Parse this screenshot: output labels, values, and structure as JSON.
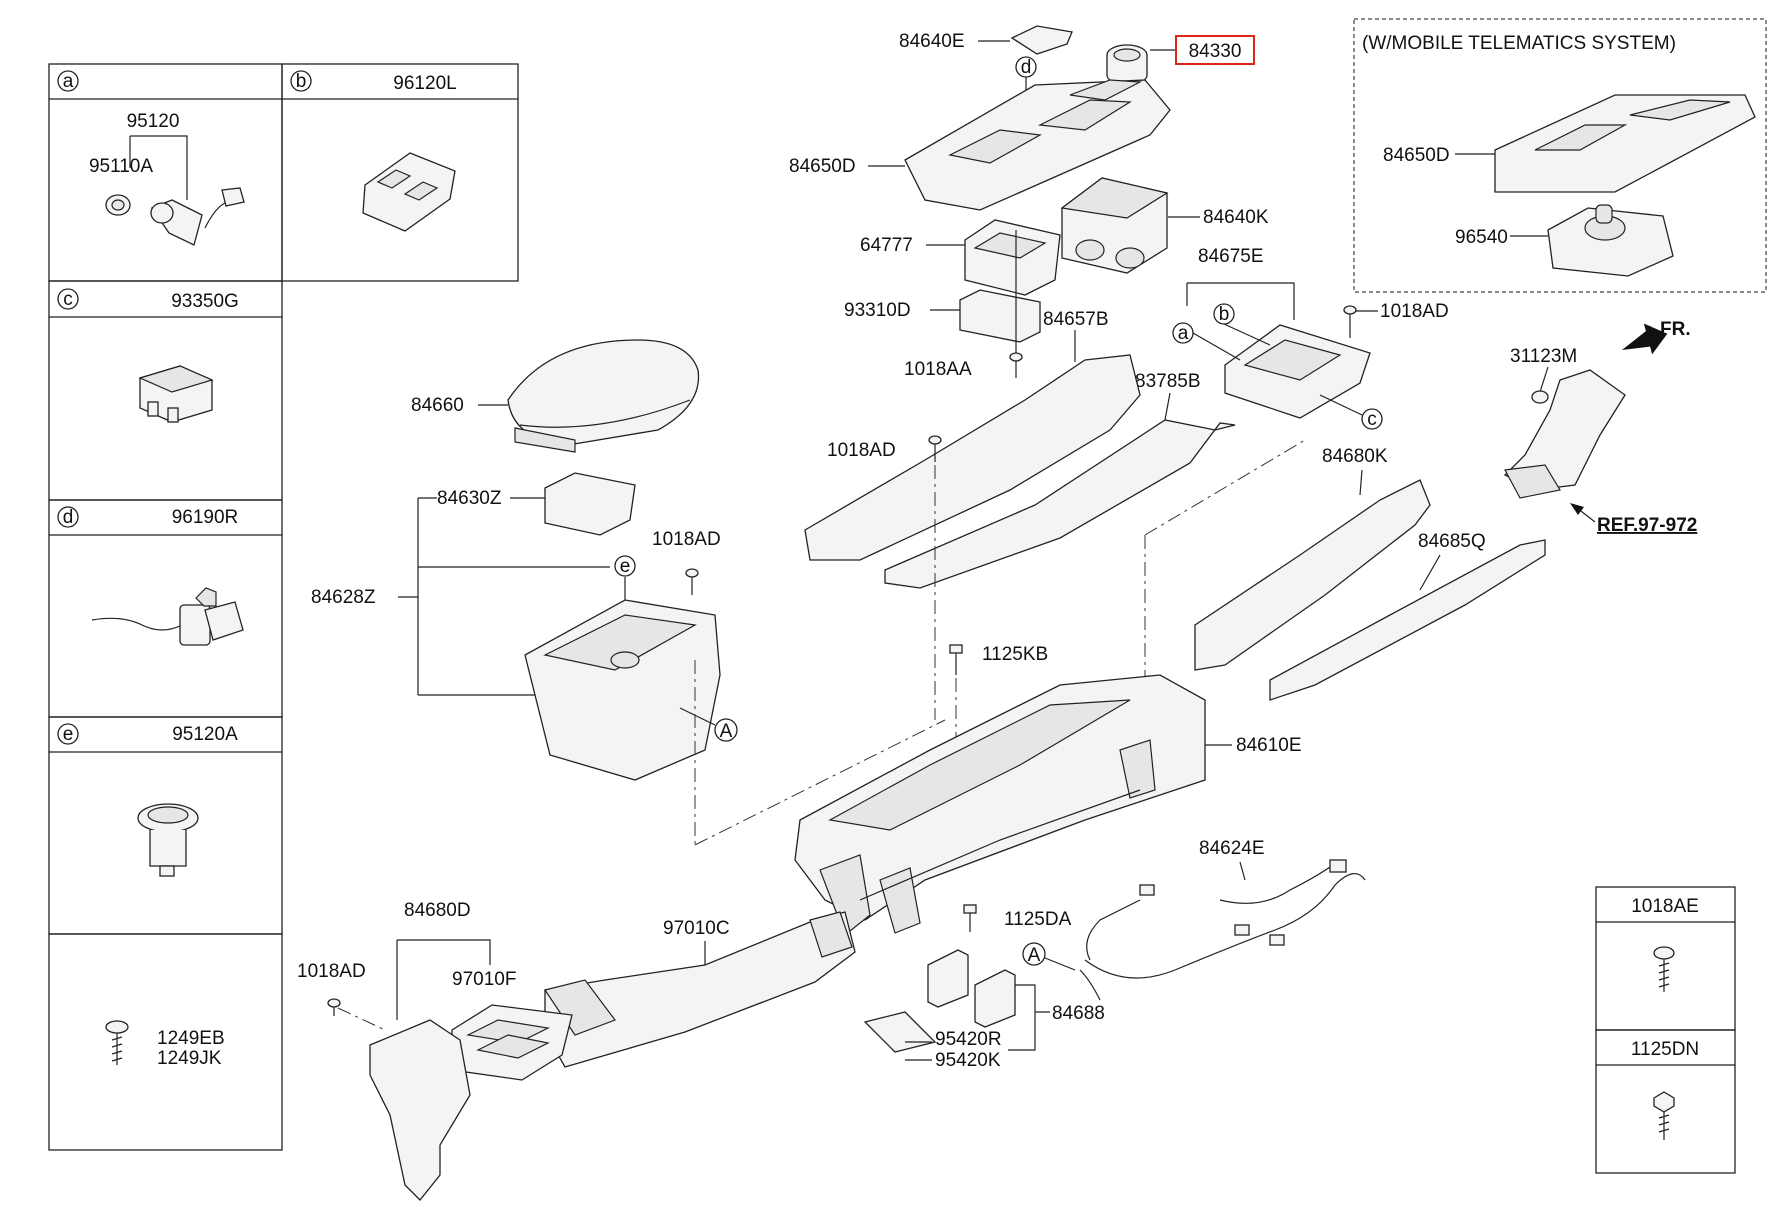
{
  "legend_panels": [
    {
      "letter": "a",
      "part": ""
    },
    {
      "letter": "b",
      "part": "96120L"
    },
    {
      "letter": "c",
      "part": "93350G"
    },
    {
      "letter": "d",
      "part": "96190R"
    },
    {
      "letter": "e",
      "part": "95120A"
    }
  ],
  "panel_a_parts": [
    "95120",
    "95110A"
  ],
  "screw_panel_parts": [
    "1249EB",
    "1249JK"
  ],
  "telematics_box": {
    "title": "(W/MOBILE TELEMATICS SYSTEM)",
    "parts": [
      "84650D",
      "96540"
    ]
  },
  "fastener_boxes": [
    "1018AE",
    "1125DN"
  ],
  "front_indicator": "FR.",
  "reference_label": "REF.97-972",
  "highlighted_part": "84330",
  "callouts": {
    "a": "a",
    "b": "b",
    "c": "c",
    "d": "d",
    "e": "e",
    "A1": "A",
    "A2": "A"
  },
  "parts": {
    "p84640E": "84640E",
    "p84650D": "84650D",
    "p84640K": "84640K",
    "p64777": "64777",
    "p84675E": "84675E",
    "p93310D": "93310D",
    "p1018AD_top": "1018AD",
    "p84657B": "84657B",
    "p1018AA": "1018AA",
    "p31123M": "31123M",
    "p84660": "84660",
    "p83785B": "83785B",
    "p1018AD_mid": "1018AD",
    "p84680K": "84680K",
    "p84630Z": "84630Z",
    "p1018AD_left": "1018AD",
    "p84628Z": "84628Z",
    "p84685Q": "84685Q",
    "p1125KB": "1125KB",
    "p84610E": "84610E",
    "p84624E": "84624E",
    "p84680D": "84680D",
    "p97010C": "97010C",
    "p1125DA": "1125DA",
    "p1018AD_bottom": "1018AD",
    "p97010F": "97010F",
    "p84688": "84688",
    "p95420R": "95420R",
    "p95420K": "95420K"
  }
}
